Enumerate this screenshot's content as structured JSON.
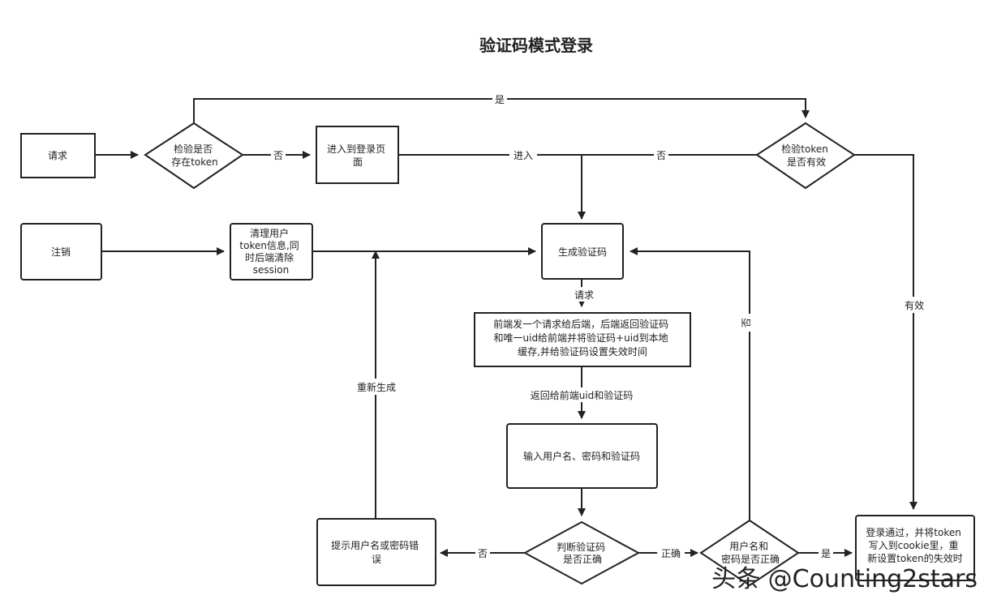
{
  "title": "验证码模式登录",
  "nodes": {
    "request": [
      "请求"
    ],
    "check_token_exists": [
      "检验是否",
      "存在token"
    ],
    "enter_login_page": [
      "进入到登录页",
      "面"
    ],
    "check_token_valid": [
      "检验token",
      "是否有效"
    ],
    "logout": [
      "注销"
    ],
    "clear_token": [
      "清理用户",
      "token信息,同",
      "时后端清除",
      "session"
    ],
    "gen_captcha": [
      "生成验证码"
    ],
    "frontend_request": [
      "前端发一个请求给后端，后端返回验证码",
      "和唯一uid给前端并将验证码+uid到本地",
      "缓存,并给验证码设置失效时间"
    ],
    "input_credentials": [
      "输入用户名、密码和验证码"
    ],
    "judge_captcha": [
      "判断验证码",
      "是否正确"
    ],
    "prompt_error": [
      "提示用户名或密码错",
      "误"
    ],
    "judge_user_pwd": [
      "用户名和",
      "密码是否正确"
    ],
    "login_ok": [
      "登录通过，并将token",
      "写入到cookie里，重",
      "新设置token的失效时"
    ]
  },
  "edge_labels": {
    "yes_top": "是",
    "no_exists": "否",
    "enter": "进入",
    "no_valid": "否",
    "valid": "有效",
    "request": "请求",
    "return_uid": "返回给前端uid和验证码",
    "regenerate": "重新生成",
    "no_captcha": "否",
    "correct": "正确",
    "no_pwd": "否",
    "yes_pwd": "是"
  },
  "watermark": "头条 @Counting2stars"
}
